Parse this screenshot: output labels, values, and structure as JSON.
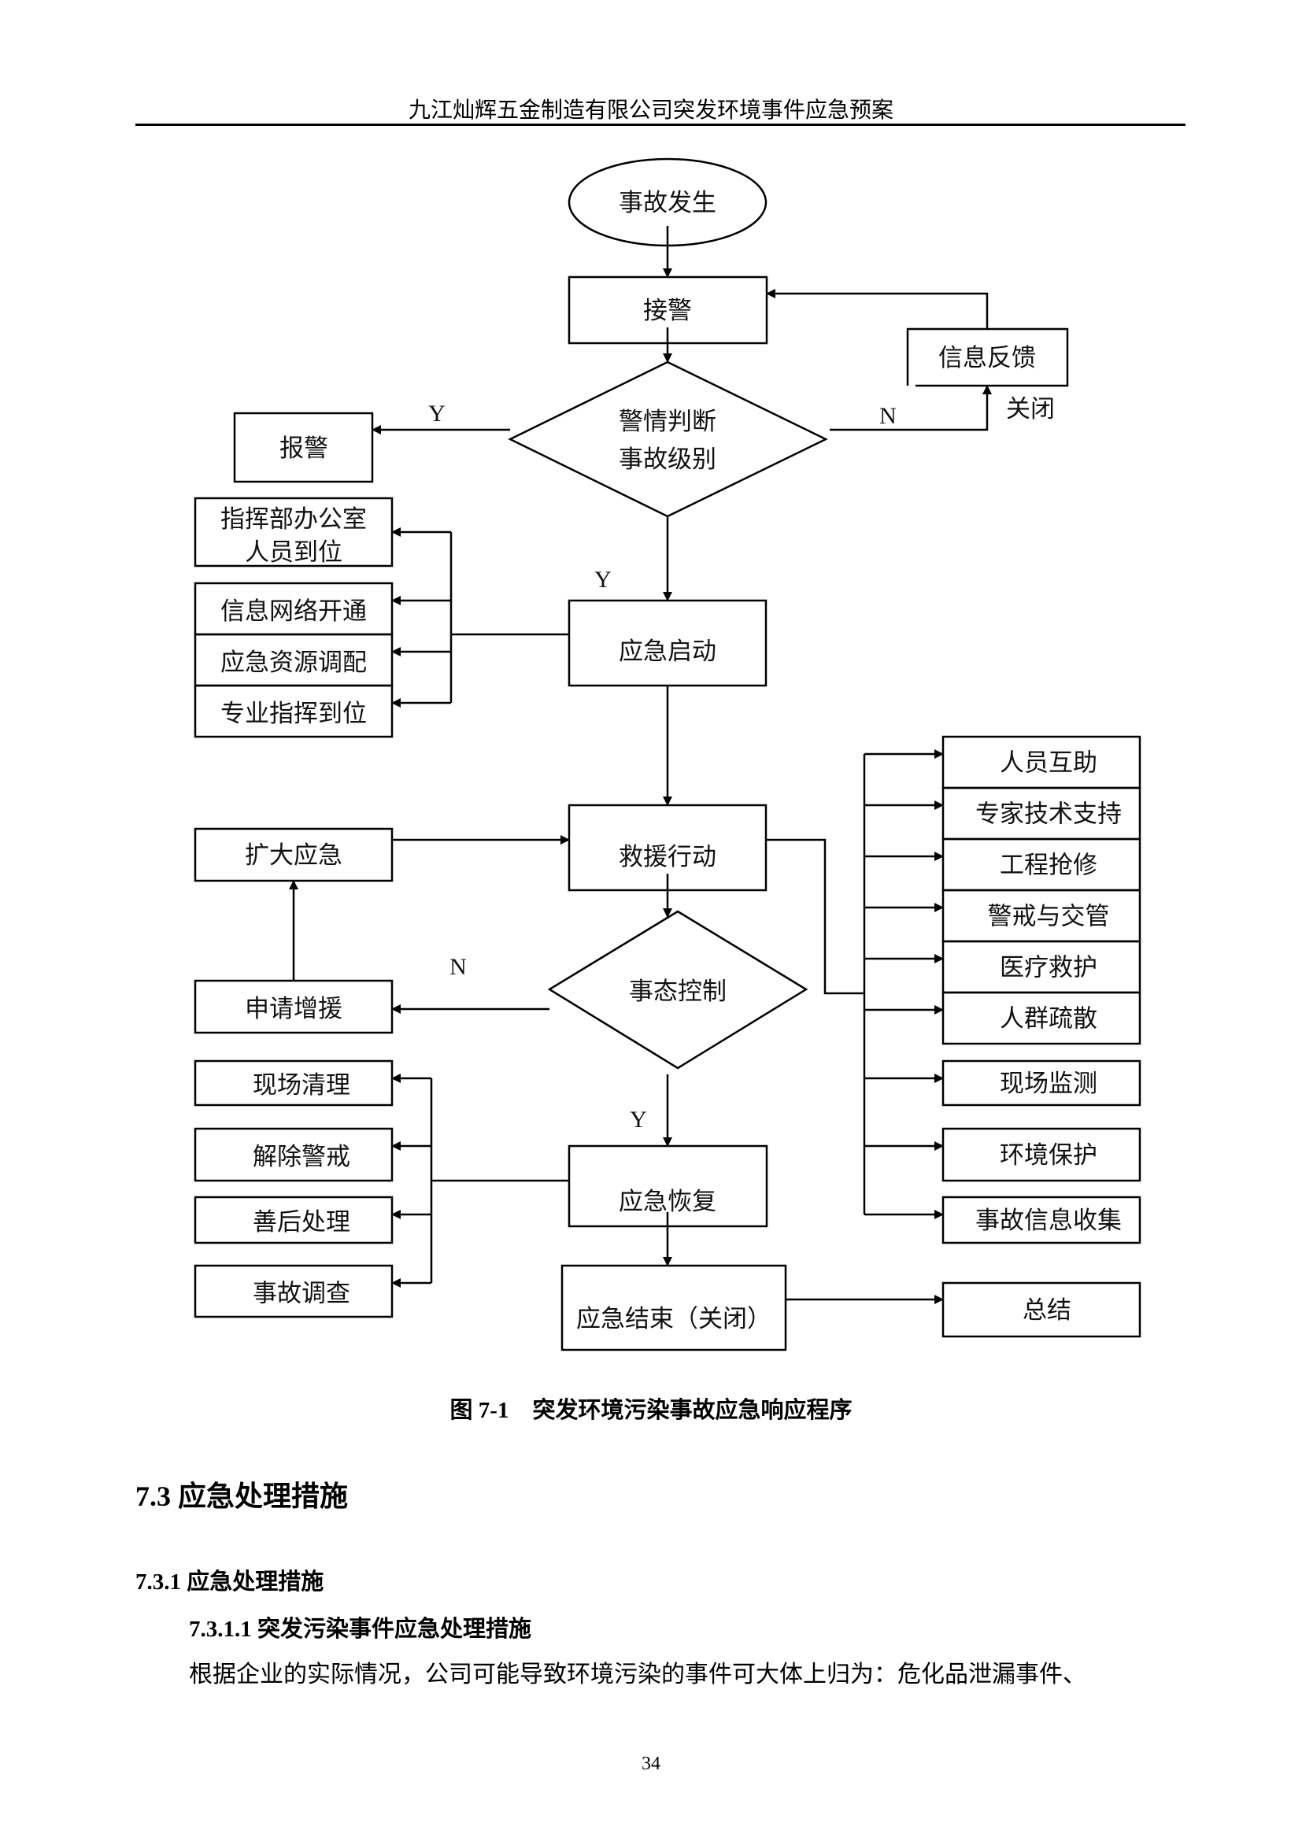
{
  "header": {
    "title": "九江灿辉五金制造有限公司突发环境事件应急预案"
  },
  "flowchart": {
    "nodes": {
      "start": "事故发生",
      "receive_alarm": "接警",
      "judge_line1": "警情判断",
      "judge_line2": "事故级别",
      "report_alarm": "报警",
      "feedback": "信息反馈",
      "close_label": "关闭",
      "hq_line1": "指挥部办公室",
      "hq_line2": "人员到位",
      "network": "信息网络开通",
      "resources": "应急资源调配",
      "experts_command": "专业指挥到位",
      "launch": "应急启动",
      "rescue": "救援行动",
      "expand": "扩大应急",
      "control": "事态控制",
      "request_support": "申请增援",
      "recovery": "应急恢复",
      "end": "应急结束（关闭）",
      "summary": "总结"
    },
    "rescue_tasks": [
      "人员互助",
      "专家技术支持",
      "工程抢修",
      "警戒与交管",
      "医疗救护",
      "人群疏散",
      "现场监测",
      "环境保护",
      "事故信息收集"
    ],
    "recovery_tasks": [
      "现场清理",
      "解除警戒",
      "善后处理",
      "事故调查"
    ],
    "labels": {
      "yes": "Y",
      "no": "N"
    }
  },
  "caption": {
    "number": "图 7-1",
    "title": "突发环境污染事故应急响应程序"
  },
  "sections": {
    "h2_num": "7.3",
    "h2_title": "应急处理措施",
    "h3_num": "7.3.1",
    "h3_title": "应急处理措施",
    "h4_num": "7.3.1.1",
    "h4_title": "突发污染事件应急处理措施"
  },
  "body": {
    "paragraph": "根据企业的实际情况，公司可能导致环境污染的事件可大体上归为：危化品泄漏事件、"
  },
  "footer": {
    "page_number": "34"
  }
}
